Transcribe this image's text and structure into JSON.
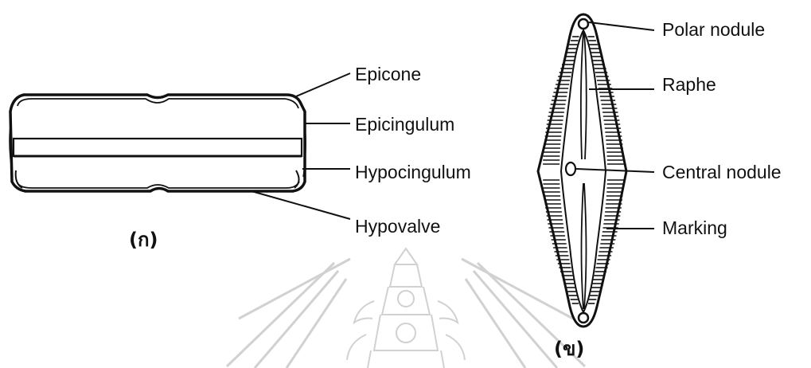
{
  "figure": {
    "panel_a": {
      "caption": "(ก)",
      "labels": {
        "epicone": "Epicone",
        "epicingulum": "Epicingulum",
        "hypocingulum": "Hypocingulum",
        "hypovalve": "Hypovalve"
      }
    },
    "panel_b": {
      "caption": "(ข)",
      "labels": {
        "polar_nodule": "Polar nodule",
        "raphe": "Raphe",
        "central_nodule": "Central nodule",
        "marking": "Marking"
      }
    },
    "colors": {
      "ink": "#111111",
      "watermark": "#c9c9c9"
    },
    "watermark": "university-seal"
  }
}
